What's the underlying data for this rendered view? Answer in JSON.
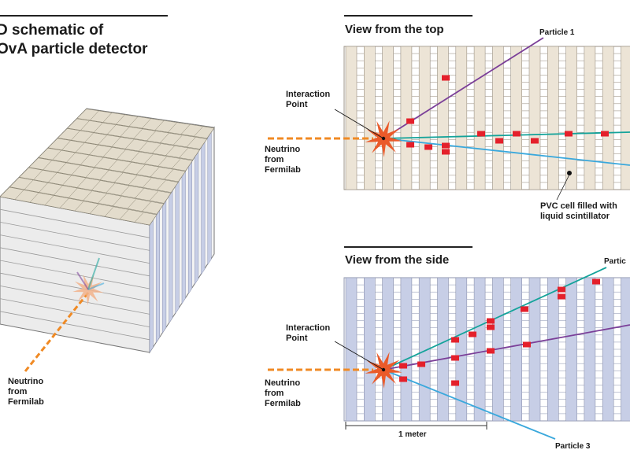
{
  "schematic": {
    "title_line1": "D schematic of",
    "title_line2": "OvA particle detector",
    "neutrino_label": "Neutrino\nfrom\nFermilab"
  },
  "top_view": {
    "title": "View from the top",
    "interaction_label": "Interaction\nPoint",
    "neutrino_label": "Neutrino\nfrom\nFermilab",
    "particle_label": "Particle 1",
    "pvc_label": "PVC cell filled with\nliquid scintillator"
  },
  "side_view": {
    "title": "View from the side",
    "interaction_label": "Interaction\nPoint",
    "neutrino_label": "Neutrino\nfrom\nFermilab",
    "particle_label_top": "Partic",
    "particle_label_bottom": "Particle 3",
    "scale_label": "1 meter"
  },
  "colors": {
    "neutrino_beam": "#f08a24",
    "hit": "#e4202b",
    "particle1": "#7b3f98",
    "particle2": "#14a39a",
    "particle3": "#3aa8dc",
    "top_view_column": "#ece4d6",
    "side_view_column": "#c7cee6",
    "interaction": "#ea5a2a"
  }
}
